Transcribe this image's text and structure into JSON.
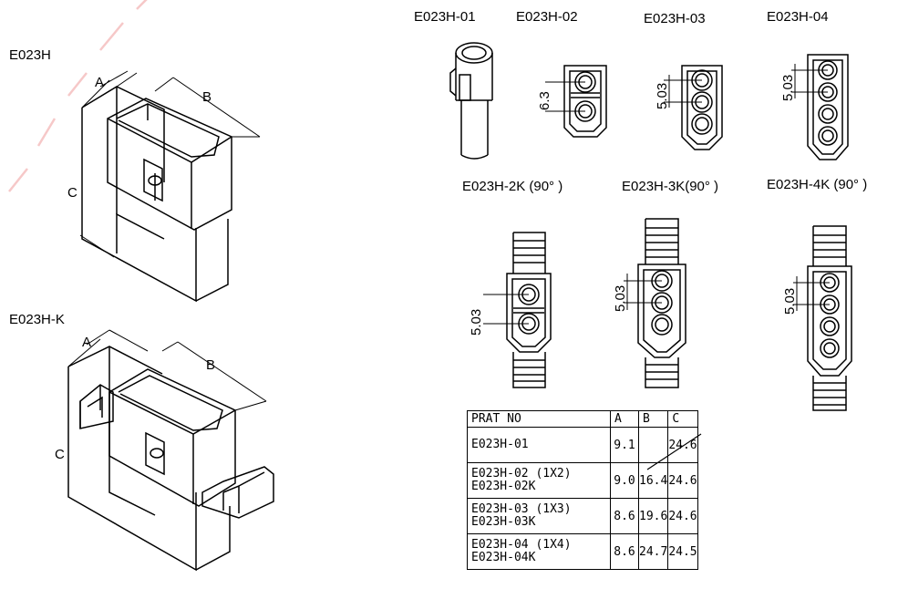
{
  "title_iso1": "E023H",
  "title_iso2": "E023H-K",
  "dim_letters": {
    "a": "A",
    "b": "B",
    "c": "C"
  },
  "views": {
    "v01": "E023H-01",
    "v02": "E023H-02",
    "v03": "E023H-03",
    "v04": "E023H-04",
    "v2k": "E023H-2K (90° )",
    "v3k": "E023H-3K(90° )",
    "v4k": "E023H-4K (90° )"
  },
  "dims": {
    "d02": "6.3",
    "d03": "5.03",
    "d04": "5.03",
    "d2k": "5.03",
    "d3k": "5.03",
    "d4k": "5.03"
  },
  "table": {
    "headers": [
      "PRAT NO",
      "A",
      "B",
      "C"
    ],
    "rows": [
      {
        "part": [
          "E023H-01"
        ],
        "a": "9.1",
        "b": "",
        "c": "24.6"
      },
      {
        "part": [
          "E023H-02 (1X2)",
          "E023H-02K"
        ],
        "a": "9.0",
        "b": "16.4",
        "c": "24.6"
      },
      {
        "part": [
          "E023H-03 (1X3)",
          "E023H-03K"
        ],
        "a": "8.6",
        "b": "19.6",
        "c": "24.6"
      },
      {
        "part": [
          "E023H-04 (1X4)",
          "E023H-04K"
        ],
        "a": "8.6",
        "b": "24.7",
        "c": "24.5"
      }
    ]
  }
}
